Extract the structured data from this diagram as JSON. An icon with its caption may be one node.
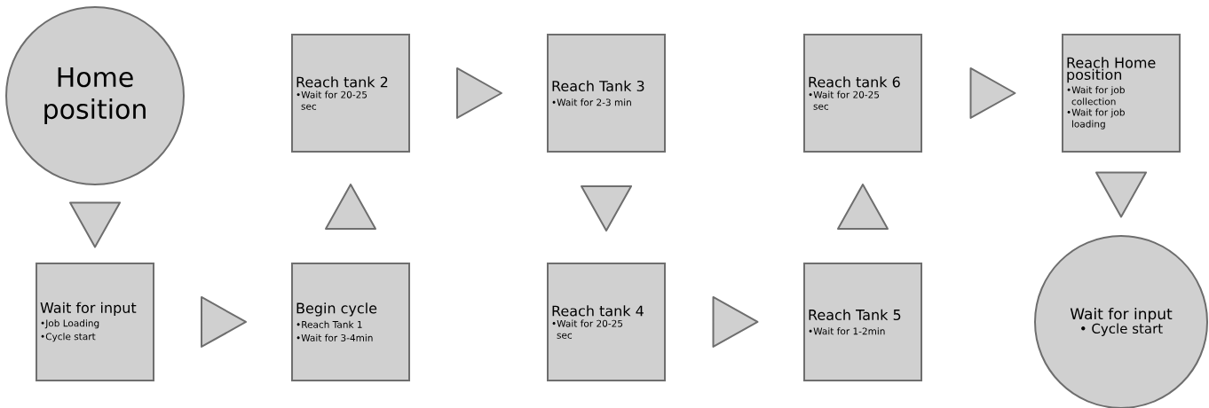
{
  "diagram": {
    "nodes": [
      {
        "text": [
          "Home position"
        ]
      },
      {
        "text": [
          "Wait for input",
          "•Job Loading",
          "•Cycle start"
        ]
      },
      {
        "text": [
          "Begin cycle",
          "•Reach Tank 1",
          "•Wait for 3-4min"
        ]
      },
      {
        "text": [
          "Reach tank 2",
          "•Wait for 20-25 sec"
        ]
      },
      {
        "text": [
          "Reach Tank 3",
          "•Wait for 2-3 min"
        ]
      },
      {
        "text": [
          "Reach tank 4",
          "•Wait for 20-25 sec"
        ]
      },
      {
        "text": [
          "Reach Tank 5",
          "•Wait for 1-2min"
        ]
      },
      {
        "text": [
          "Reach tank 6",
          "•Wait for 20-25 sec"
        ]
      },
      {
        "text": [
          "Reach Home position",
          "•Wait for job collection",
          "•Wait for job loading"
        ]
      },
      {
        "text": [
          "Wait for input",
          "• Cycle start"
        ]
      }
    ],
    "edges": [
      {
        "from": 0,
        "to": 1,
        "arrow": "to"
      },
      {
        "from": 1,
        "to": 2,
        "arrow": "to"
      },
      {
        "from": 2,
        "to": 3,
        "arrow": "to"
      },
      {
        "from": 3,
        "to": 4,
        "arrow": "to"
      },
      {
        "from": 4,
        "to": 5,
        "arrow": "to"
      },
      {
        "from": 5,
        "to": 6,
        "arrow": "to"
      },
      {
        "from": 6,
        "to": 7,
        "arrow": "to"
      },
      {
        "from": 7,
        "to": 8,
        "arrow": "to"
      },
      {
        "from": 8,
        "to": 9,
        "arrow": "to"
      }
    ]
  }
}
